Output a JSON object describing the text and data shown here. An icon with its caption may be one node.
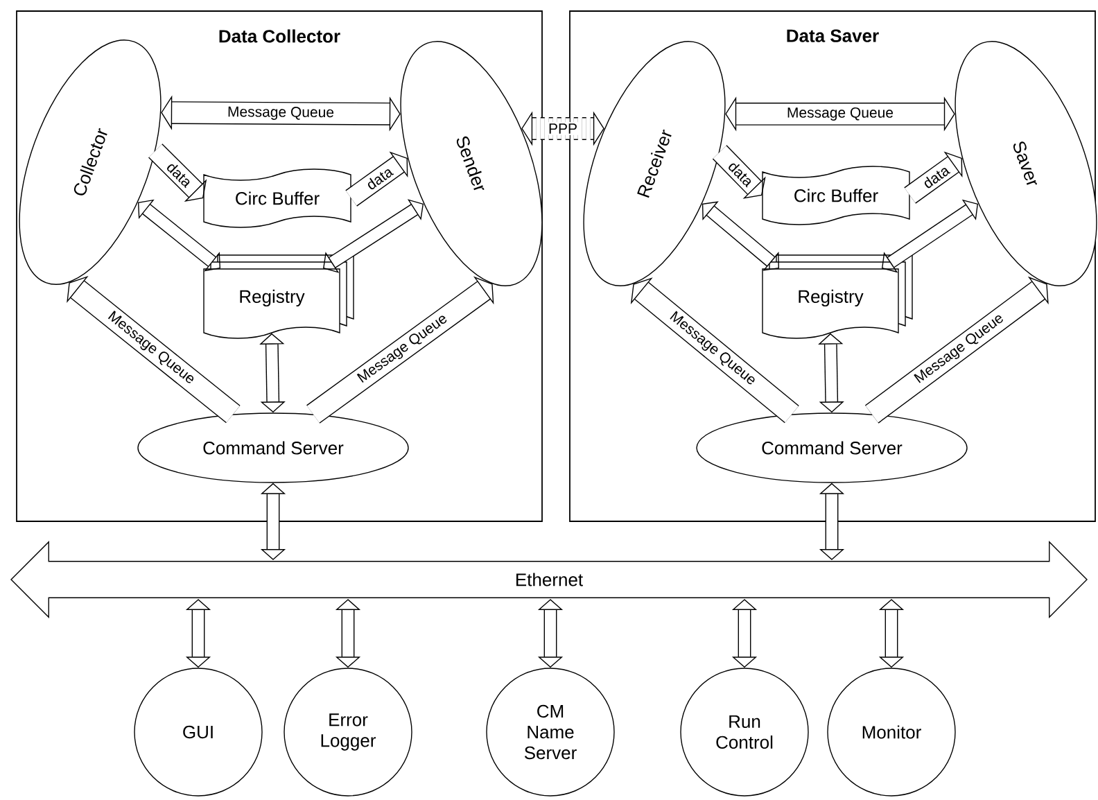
{
  "diagram": {
    "nodes": [
      {
        "text": [
          "Data Collector"
        ]
      },
      {
        "text": [
          "Collector"
        ],
        "in": 0
      },
      {
        "text": [
          "Sender"
        ],
        "in": 0
      },
      {
        "text": [
          "Circ Buffer"
        ],
        "in": 0
      },
      {
        "text": [
          "Registry"
        ],
        "in": 0
      },
      {
        "text": [
          "Command Server"
        ],
        "in": 0
      },
      {
        "text": [
          "Data Saver"
        ]
      },
      {
        "text": [
          "Receiver"
        ],
        "in": 6
      },
      {
        "text": [
          "Saver"
        ],
        "in": 6
      },
      {
        "text": [
          "Circ Buffer"
        ],
        "in": 6
      },
      {
        "text": [
          "Registry"
        ],
        "in": 6
      },
      {
        "text": [
          "Command Server"
        ],
        "in": 6
      },
      {
        "text": [
          "Ethernet"
        ]
      },
      {
        "text": [
          "GUI"
        ]
      },
      {
        "text": [
          "Error Logger"
        ]
      },
      {
        "text": [
          "CM Name Server"
        ]
      },
      {
        "text": [
          "Run Control"
        ]
      },
      {
        "text": [
          "Monitor"
        ]
      }
    ],
    "edges": [
      {
        "from": 1,
        "to": 2,
        "arrow": "both",
        "label": "Message Queue"
      },
      {
        "from": 1,
        "to": 3,
        "arrow": "to",
        "label": "data"
      },
      {
        "from": 3,
        "to": 2,
        "arrow": "to",
        "label": "data"
      },
      {
        "from": 1,
        "to": 4,
        "arrow": "both"
      },
      {
        "from": 2,
        "to": 4,
        "arrow": "both"
      },
      {
        "from": 4,
        "to": 5,
        "arrow": "both"
      },
      {
        "from": 5,
        "to": 1,
        "arrow": "to",
        "label": "Message Queue"
      },
      {
        "from": 5,
        "to": 2,
        "arrow": "to",
        "label": "Message Queue"
      },
      {
        "from": 2,
        "to": 7,
        "arrow": "both",
        "label": "PPP",
        "style": "dashed"
      },
      {
        "from": 7,
        "to": 8,
        "arrow": "both",
        "label": "Message Queue"
      },
      {
        "from": 7,
        "to": 9,
        "arrow": "to",
        "label": "data"
      },
      {
        "from": 9,
        "to": 8,
        "arrow": "to",
        "label": "data"
      },
      {
        "from": 7,
        "to": 10,
        "arrow": "both"
      },
      {
        "from": 8,
        "to": 10,
        "arrow": "both"
      },
      {
        "from": 10,
        "to": 11,
        "arrow": "both"
      },
      {
        "from": 11,
        "to": 7,
        "arrow": "to",
        "label": "Message Queue"
      },
      {
        "from": 11,
        "to": 8,
        "arrow": "to",
        "label": "Message Queue"
      },
      {
        "from": 5,
        "to": 12,
        "arrow": "both"
      },
      {
        "from": 11,
        "to": 12,
        "arrow": "both"
      },
      {
        "from": 12,
        "to": 13,
        "arrow": "both"
      },
      {
        "from": 12,
        "to": 14,
        "arrow": "both"
      },
      {
        "from": 12,
        "to": 15,
        "arrow": "both"
      },
      {
        "from": 12,
        "to": 16,
        "arrow": "both"
      },
      {
        "from": 12,
        "to": 17,
        "arrow": "both"
      }
    ]
  }
}
